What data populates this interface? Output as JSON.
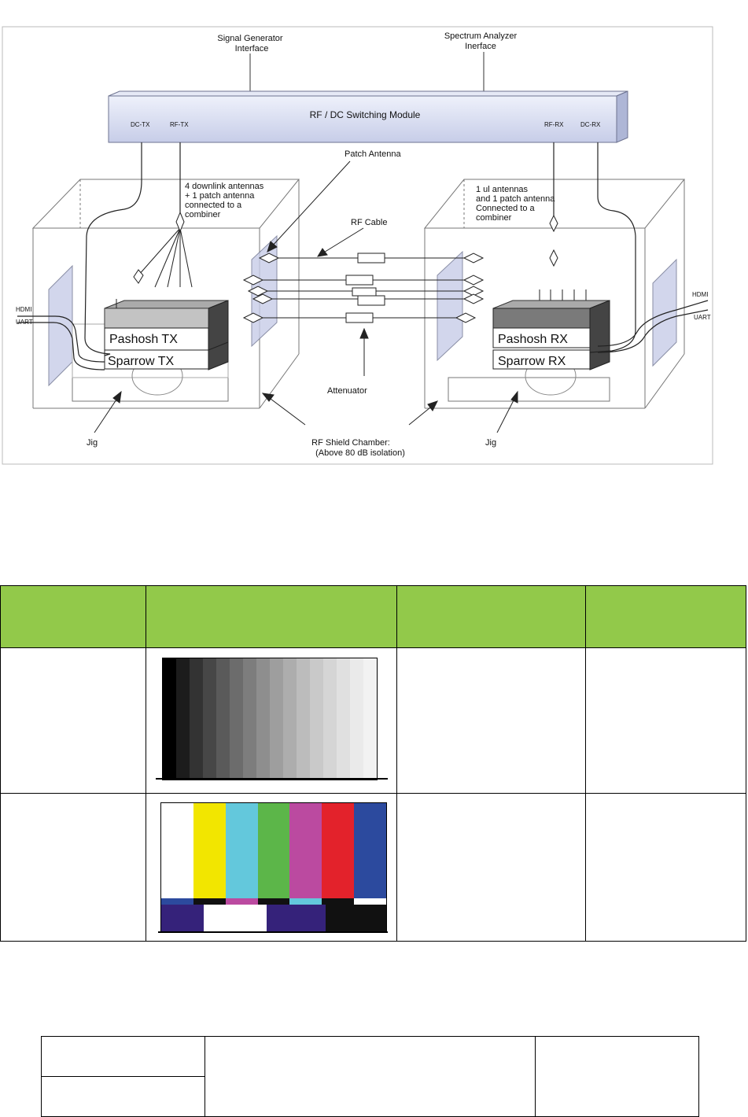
{
  "diagram": {
    "signal_generator_label": [
      "Signal Generator",
      "Interface"
    ],
    "spectrum_analyzer_label": [
      "Spectrum Analyzer",
      "Inerface"
    ],
    "switching_module_label": "RF / DC Switching Module",
    "port_dc_tx": "DC-TX",
    "port_rf_tx": "RF-TX",
    "port_rf_rx": "RF-RX",
    "port_dc_rx": "DC-RX",
    "patch_antenna_label": "Patch Antenna",
    "rf_cable_label": "RF Cable",
    "attenuator_label": "Attenuator",
    "tx_antenna_note": [
      "4 downlink antennas",
      "+ 1 patch antenna",
      "connected to a",
      "combiner"
    ],
    "rx_antenna_note": [
      "1 ul antennas",
      "and 1 patch antenna",
      "Connected to a",
      "combiner"
    ],
    "pashosh_tx": "Pashosh TX",
    "sparrow_tx": "Sparrow TX",
    "pashosh_rx": "Pashosh RX",
    "sparrow_rx": "Sparrow RX",
    "hdmi_left": "HDMI",
    "uart_left": "UART",
    "hdmi_right": "HDMI",
    "uart_right": "UART",
    "jig_left": "Jig",
    "jig_right": "Jig",
    "shield_chamber_label": [
      "RF Shield Chamber:",
      "(Above 80 dB isolation)"
    ]
  },
  "test_pattern_table": {
    "header_color": "#92c94a",
    "grayscale_steps": [
      "#000000",
      "#1c1c1c",
      "#333333",
      "#474747",
      "#5a5a5a",
      "#6c6c6c",
      "#7d7d7d",
      "#8e8e8e",
      "#9e9e9e",
      "#adadad",
      "#bcbcbc",
      "#c9c9c9",
      "#d5d5d5",
      "#e0e0e0",
      "#eaeaea",
      "#f2f2f2"
    ],
    "color_bars_top": [
      "#ffffff",
      "#f2e600",
      "#63c8dc",
      "#5cb649",
      "#bb4aa0",
      "#e3222b",
      "#2c4a9e"
    ],
    "color_bars_mid": [
      "#2c4a9e",
      "#111111",
      "#bb4aa0",
      "#111111",
      "#63c8dc",
      "#111111",
      "#ffffff"
    ],
    "color_bars_bottom": [
      "#35227a",
      "#ffffff",
      "#35227a",
      "#111111"
    ]
  }
}
